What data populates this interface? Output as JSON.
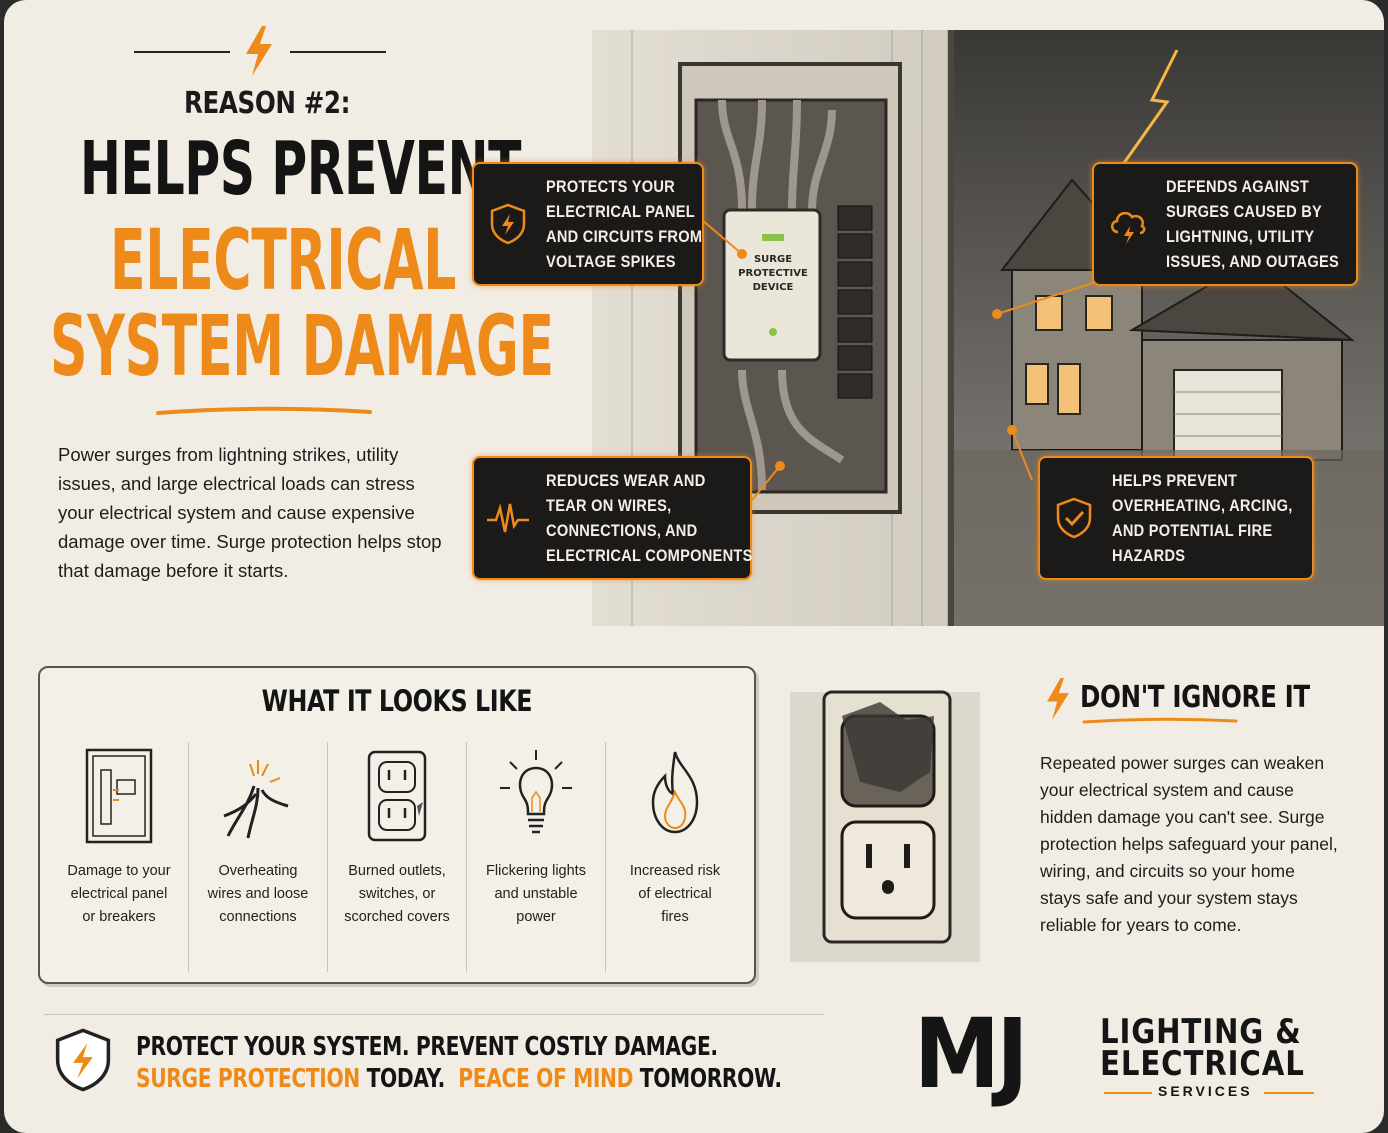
{
  "hero": {
    "reason": "REASON #2:",
    "title_line1": "HELPS PREVENT",
    "title_line2": "ELECTRICAL",
    "title_line3": "SYSTEM DAMAGE",
    "intro": "Power surges from lightning strikes, utility issues, and large electrical loads can stress your electrical system and cause expensive damage over time. Surge protection helps stop that damage before it starts."
  },
  "illustration": {
    "panel_label": [
      "SURGE",
      "PROTECTIVE",
      "DEVICE"
    ],
    "callouts": [
      {
        "lines": [
          "PROTECTS YOUR",
          "ELECTRICAL PANEL",
          "AND CIRCUITS FROM",
          "VOLTAGE SPIKES"
        ],
        "icon": "shield-bolt-icon"
      },
      {
        "lines": [
          "DEFENDS AGAINST",
          "SURGES CAUSED BY",
          "LIGHTNING, UTILITY",
          "ISSUES, AND OUTAGES"
        ],
        "icon": "storm-cloud-icon"
      },
      {
        "lines": [
          "REDUCES WEAR AND",
          "TEAR ON WIRES,",
          "CONNECTIONS, AND",
          "ELECTRICAL COMPONENTS"
        ],
        "icon": "pulse-icon"
      },
      {
        "lines": [
          "HELPS PREVENT",
          "OVERHEATING, ARCING,",
          "AND POTENTIAL FIRE",
          "HAZARDS"
        ],
        "icon": "shield-check-icon"
      }
    ]
  },
  "what_it_looks_like": {
    "title": "WHAT IT LOOKS LIKE",
    "items": [
      {
        "lines": [
          "Damage to your",
          "electrical panel",
          "or breakers"
        ],
        "icon": "breaker-panel-icon"
      },
      {
        "lines": [
          "Overheating",
          "wires and loose",
          "connections"
        ],
        "icon": "frayed-wires-icon"
      },
      {
        "lines": [
          "Burned outlets,",
          "switches, or",
          "scorched covers"
        ],
        "icon": "outlet-icon"
      },
      {
        "lines": [
          "Flickering lights",
          "and unstable",
          "power"
        ],
        "icon": "lightbulb-icon"
      },
      {
        "lines": [
          "Increased risk",
          "of electrical",
          "fires"
        ],
        "icon": "fire-icon"
      }
    ]
  },
  "dont_ignore": {
    "title": "DON'T IGNORE IT",
    "body": "Repeated power surges can weaken your electrical system and cause hidden damage you can't see. Surge protection helps safeguard your panel, wiring, and circuits so your home stays safe and your system stays reliable for years to come."
  },
  "footer": {
    "line1": "PROTECT YOUR SYSTEM. PREVENT COSTLY DAMAGE.",
    "line2_a": "SURGE PROTECTION",
    "line2_b": " TODAY.  ",
    "line2_c": "PEACE OF MIND",
    "line2_d": " TOMORROW."
  },
  "brand": {
    "mark": "MJ",
    "line1": "LIGHTING &",
    "line2": "ELECTRICAL",
    "line3": "SERVICES"
  },
  "colors": {
    "accent": "#ee8a1a",
    "ink": "#141414",
    "paper": "#f1ede4",
    "callout_bg": "#1c1a18"
  }
}
